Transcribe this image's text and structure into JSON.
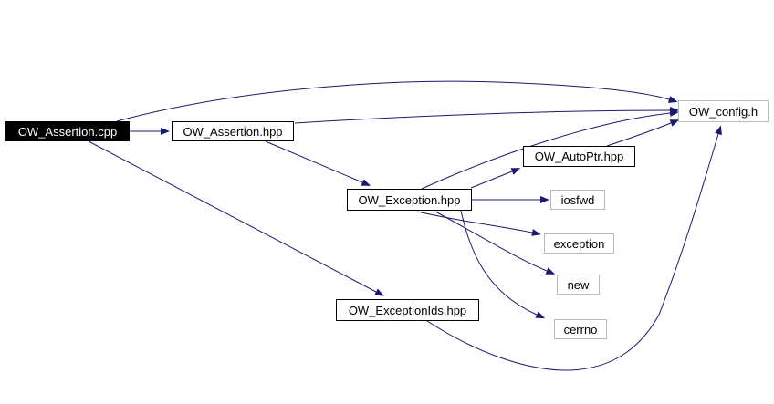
{
  "diagram": {
    "kind": "include-dependency-graph",
    "root_file": "OW_Assertion.cpp",
    "colors": {
      "background": "#ffffff",
      "edge": "#191970",
      "source_node_fill": "#000000",
      "source_node_text": "#ffffff",
      "project_node_border": "#000000",
      "system_node_border": "#b9b9b9"
    },
    "nodes": [
      {
        "id": "OW_Assertion.cpp",
        "label": "OW_Assertion.cpp",
        "role": "source"
      },
      {
        "id": "OW_Assertion.hpp",
        "label": "OW_Assertion.hpp",
        "role": "project-header"
      },
      {
        "id": "OW_config.h",
        "label": "OW_config.h",
        "role": "leaf-header"
      },
      {
        "id": "OW_Exception.hpp",
        "label": "OW_Exception.hpp",
        "role": "project-header"
      },
      {
        "id": "OW_AutoPtr.hpp",
        "label": "OW_AutoPtr.hpp",
        "role": "project-header"
      },
      {
        "id": "iosfwd",
        "label": "iosfwd",
        "role": "system-header"
      },
      {
        "id": "exception",
        "label": "exception",
        "role": "system-header"
      },
      {
        "id": "new",
        "label": "new",
        "role": "system-header"
      },
      {
        "id": "cerrno",
        "label": "cerrno",
        "role": "system-header"
      },
      {
        "id": "OW_ExceptionIds.hpp",
        "label": "OW_ExceptionIds.hpp",
        "role": "project-header"
      }
    ],
    "edges": [
      {
        "from": "OW_Assertion.cpp",
        "to": "OW_Assertion.hpp"
      },
      {
        "from": "OW_Assertion.cpp",
        "to": "OW_config.h"
      },
      {
        "from": "OW_Assertion.cpp",
        "to": "OW_ExceptionIds.hpp"
      },
      {
        "from": "OW_Assertion.hpp",
        "to": "OW_config.h"
      },
      {
        "from": "OW_Assertion.hpp",
        "to": "OW_Exception.hpp"
      },
      {
        "from": "OW_Exception.hpp",
        "to": "OW_config.h"
      },
      {
        "from": "OW_Exception.hpp",
        "to": "OW_AutoPtr.hpp"
      },
      {
        "from": "OW_Exception.hpp",
        "to": "iosfwd"
      },
      {
        "from": "OW_Exception.hpp",
        "to": "exception"
      },
      {
        "from": "OW_Exception.hpp",
        "to": "new"
      },
      {
        "from": "OW_Exception.hpp",
        "to": "cerrno"
      },
      {
        "from": "OW_AutoPtr.hpp",
        "to": "OW_config.h"
      },
      {
        "from": "OW_ExceptionIds.hpp",
        "to": "OW_config.h"
      }
    ]
  }
}
